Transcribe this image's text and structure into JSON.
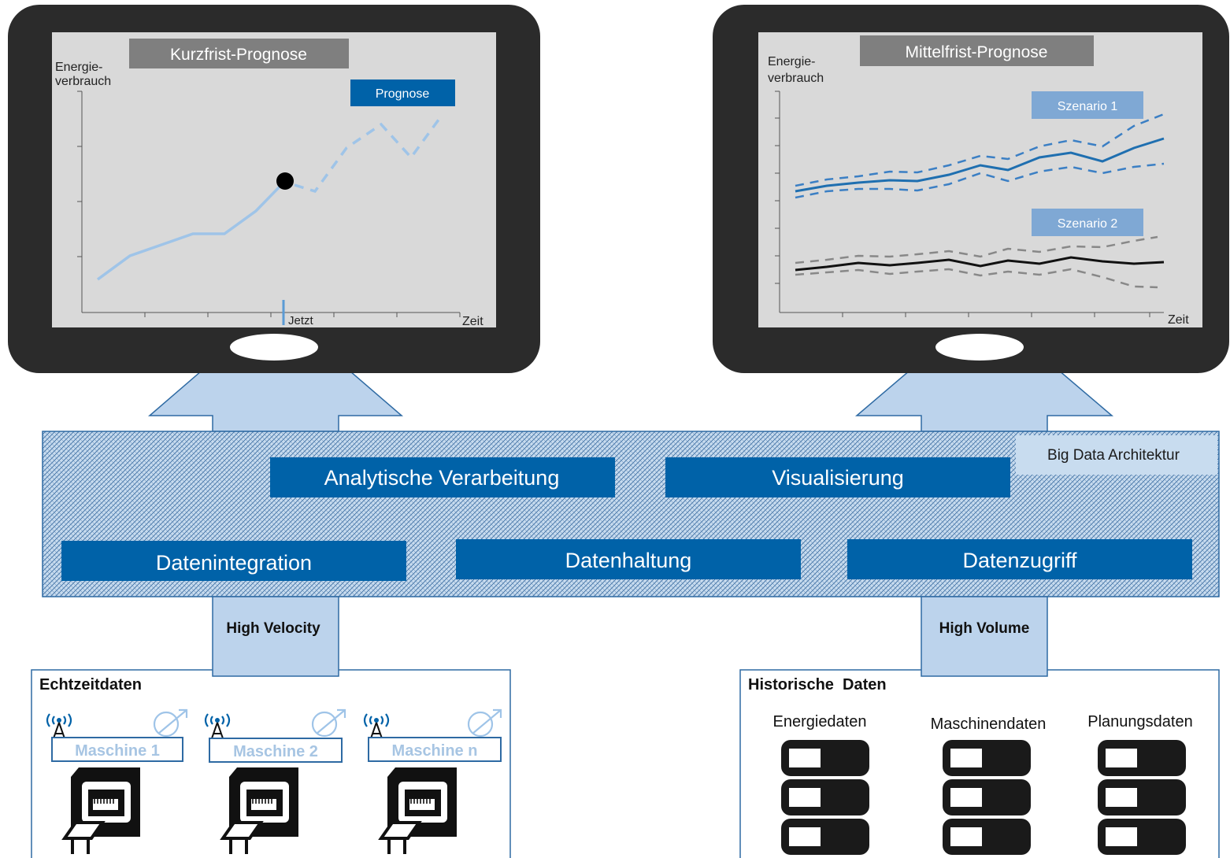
{
  "left_monitor": {
    "title": "Kurzfrist-Prognose",
    "y_label_line1": "Energie-",
    "y_label_line2": "verbrauch",
    "legend_prognose": "Prognose",
    "now_label": "Jetzt",
    "x_label": "Zeit"
  },
  "right_monitor": {
    "title": "Mittelfrist-Prognose",
    "y_label_line1": "Energie-",
    "y_label_line2": "verbrauch",
    "scenario_1": "Szenario 1",
    "scenario_2": "Szenario 2",
    "x_label": "Zeit"
  },
  "architecture": {
    "label": "Big Data Architektur",
    "analytische": "Analytische Verarbeitung",
    "visualisierung": "Visualisierung",
    "datenintegration": "Datenintegration",
    "datenhaltung": "Datenhaltung",
    "datenzugriff": "Datenzugriff"
  },
  "flows": {
    "velocity": "High Velocity",
    "volume": "High Volume"
  },
  "realtime": {
    "title": "Echtzeitdaten",
    "machines": [
      "Maschine 1",
      "Maschine 2",
      "Maschine n"
    ]
  },
  "historic": {
    "title": "Historische  Daten",
    "sources": [
      "Energiedaten",
      "Maschinendaten",
      "Planungsdaten"
    ]
  },
  "colors": {
    "device": "#2b2b2b",
    "screen": "#d9d9d9",
    "title_box": "#7f7f7f",
    "brand_blue": "#0062a8",
    "light_blue": "#bcd3ec",
    "scenario_box": "#7fa8d4",
    "line_light": "#9fc4e8",
    "line_dark_blue": "#1f6fb0"
  }
}
